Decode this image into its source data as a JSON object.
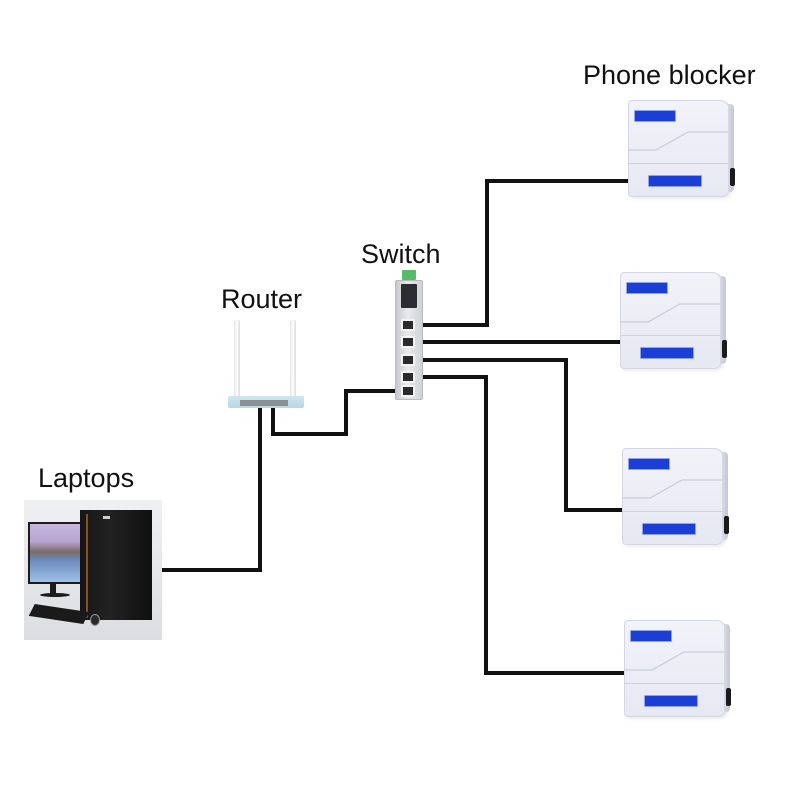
{
  "diagram": {
    "title": "Network connection diagram",
    "nodes": {
      "laptops": {
        "label": "Laptops",
        "icon": "desktop-pc-icon"
      },
      "router": {
        "label": "Router",
        "icon": "wifi-router-icon"
      },
      "switch": {
        "label": "Switch",
        "icon": "network-switch-icon",
        "port_count": 5
      },
      "phone_blocker": {
        "label": "Phone blocker",
        "icon": "phone-blocker-icon",
        "count": 4
      }
    },
    "connections": [
      {
        "from": "Laptops",
        "to": "Router"
      },
      {
        "from": "Router",
        "to": "Switch"
      },
      {
        "from": "Switch",
        "to": "Phone blocker 1"
      },
      {
        "from": "Switch",
        "to": "Phone blocker 2"
      },
      {
        "from": "Switch",
        "to": "Phone blocker 3"
      },
      {
        "from": "Switch",
        "to": "Phone blocker 4"
      }
    ],
    "colors": {
      "cable": "#111111",
      "blocker_badge": "#1b3fd6",
      "switch_terminal": "#55bb66"
    }
  }
}
